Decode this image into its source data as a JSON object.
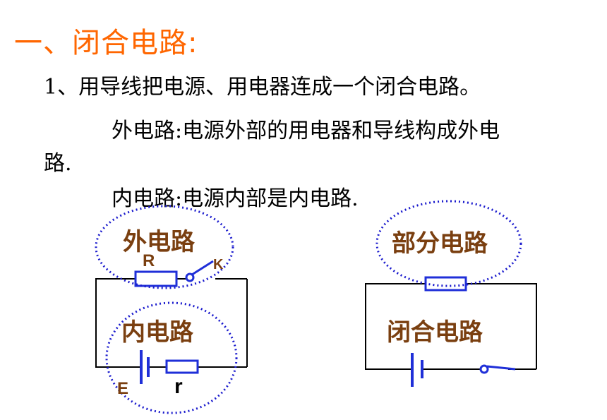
{
  "heading": "一、闭合电路:",
  "lines": {
    "l1": "1、用导线把电源、用电器连成一个闭合电路。",
    "l2": "外电路:电源外部的用电器和导线构成外电",
    "l3": "路.",
    "l4": "内电路:电源内部是内电路."
  },
  "left_circuit": {
    "outer_label": "外电路",
    "inner_label": "内电路",
    "resistor_label": "R",
    "switch_label": "K",
    "emf_label": "E",
    "internal_r_label": "r"
  },
  "right_circuit": {
    "partial_label": "部分电路",
    "closed_label": "闭合电路"
  },
  "colors": {
    "heading": "#ff6600",
    "label": "#7a3f10",
    "component": "#1f2fd8",
    "dotted": "#1a1acd",
    "wire": "#000000"
  }
}
